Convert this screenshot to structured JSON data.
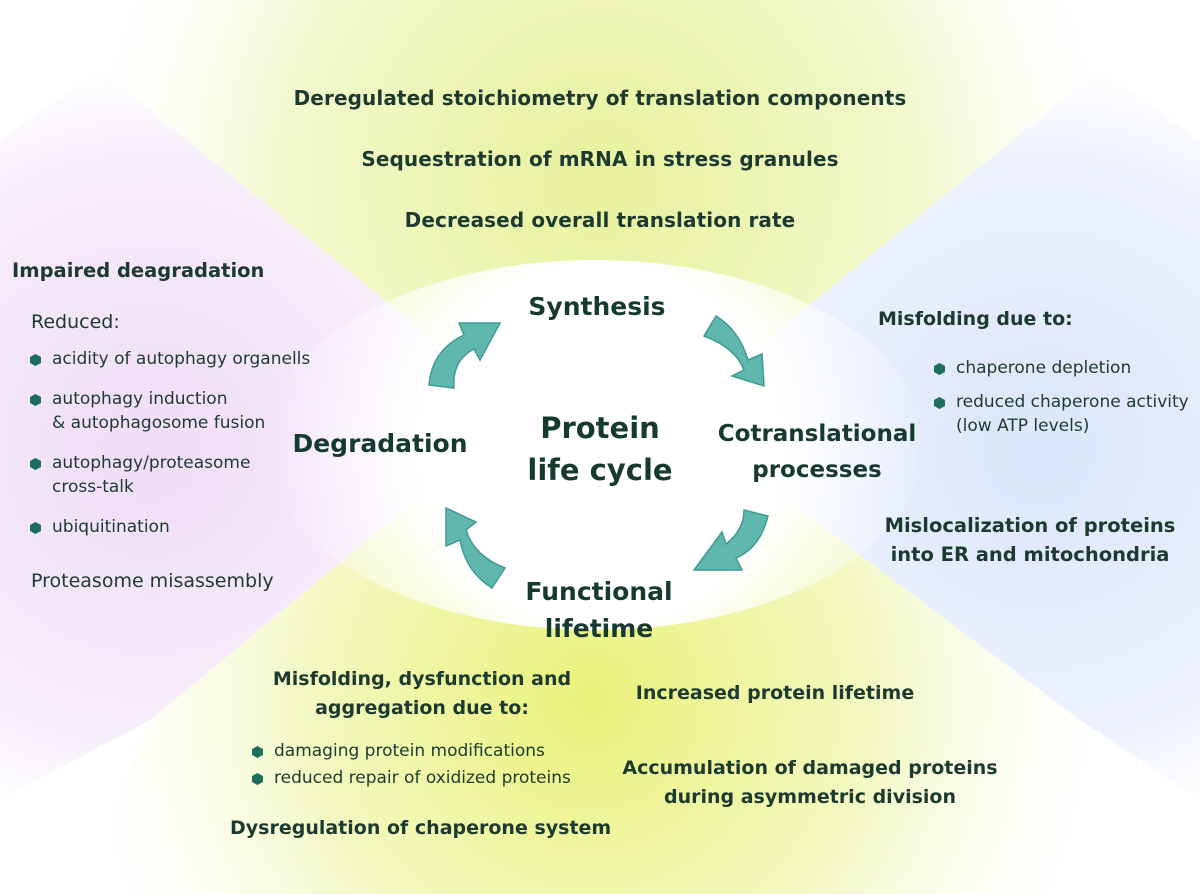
{
  "center": {
    "line1": "Protein",
    "line2": "life cycle"
  },
  "stages": {
    "synthesis": "Synthesis",
    "cotranslational_line1": "Cotranslational",
    "cotranslational_line2": "processes",
    "functional_line1": "Functional",
    "functional_line2": "lifetime",
    "degradation": "Degradation"
  },
  "synthesis_effects": [
    "Deregulated stoichiometry of translation components",
    "Sequestration of mRNA in stress granules",
    "Decreased overall translation rate"
  ],
  "degradation_effects": {
    "heading": "Impaired deagradation",
    "reduced_label": "Reduced:",
    "items": [
      [
        "acidity of autophagy organells"
      ],
      [
        "autophagy induction",
        "& autophagosome fusion"
      ],
      [
        "autophagy/proteasome",
        "cross-talk"
      ],
      [
        "ubiquitination"
      ]
    ],
    "footer": "Proteasome misassembly"
  },
  "cotranslational_effects": {
    "heading": "Misfolding due to:",
    "items": [
      [
        "chaperone depletion"
      ],
      [
        "reduced chaperone activity",
        "(low ATP levels)"
      ]
    ],
    "mislocalization_line1": "Mislocalization of proteins",
    "mislocalization_line2": "into ER and mitochondria"
  },
  "functional_effects": {
    "heading_line1": "Misfolding, dysfunction and",
    "heading_line2": "aggregation due to:",
    "items": [
      [
        "damaging protein modifications"
      ],
      [
        "reduced repair of oxidized proteins"
      ]
    ],
    "dysregulation": "Dysregulation of chaperone system",
    "increased_lifetime": "Increased protein lifetime",
    "accumulation_line1": "Accumulation of damaged proteins",
    "accumulation_line2": "during asymmetric division"
  },
  "colors": {
    "synthesis_sector": "#eef6b4",
    "functional_sector": "#f1f7a6",
    "degradation_sector": "#f3e6fa",
    "cotranslational_sector": "#e3ebfb",
    "arrow": "#5fb7ae",
    "bullet": "#1e6e5c",
    "text": "#1d3a30"
  }
}
